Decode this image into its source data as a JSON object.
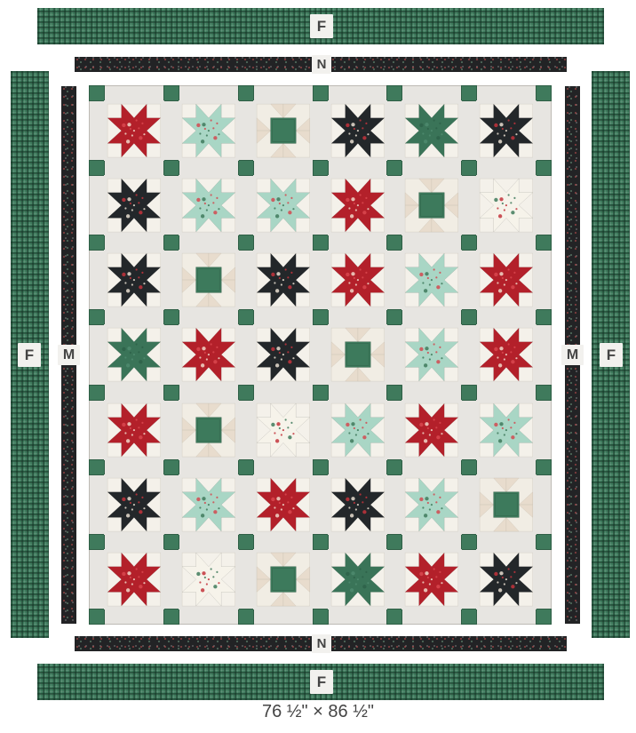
{
  "labels": {
    "top_outer": "F",
    "top_inner": "N",
    "left_outer": "F",
    "left_inner": "M",
    "right_inner": "M",
    "right_outer": "F",
    "bottom_inner": "N",
    "bottom_outer": "F"
  },
  "dimensions": "76 ½\" × 86 ½\"",
  "colors": {
    "background_fabric": "#e7e5e1",
    "sashing_square": "#3f7a5c",
    "plaid_green": "#3d7a5c",
    "dark_print": "#222325",
    "red": "#b3202a",
    "dark_red": "#9a1b22",
    "green": "#3a7458",
    "black": "#23272a",
    "mint": "#a9d6c5",
    "cream": "#f6f3ea"
  },
  "blocks": [
    [
      "red-star",
      "mint-star",
      "nine-patch-window",
      "black-star",
      "green-star",
      "black-star"
    ],
    [
      "black-star",
      "mint-star",
      "mint-star",
      "red-star",
      "nine-patch-window",
      "cream-star"
    ],
    [
      "black-star",
      "nine-patch-window",
      "black-star",
      "red-star",
      "mint-star",
      "red-star"
    ],
    [
      "green-star",
      "red-star",
      "black-star",
      "nine-patch-window",
      "mint-star",
      "red-star"
    ],
    [
      "red-star",
      "nine-patch-window",
      "cream-star",
      "mint-star",
      "red-star",
      "mint-star"
    ],
    [
      "black-star",
      "mint-star",
      "red-star",
      "black-star",
      "mint-star",
      "nine-patch-window"
    ],
    [
      "red-star",
      "cream-star",
      "nine-patch-window",
      "green-star",
      "red-star",
      "black-star"
    ]
  ]
}
